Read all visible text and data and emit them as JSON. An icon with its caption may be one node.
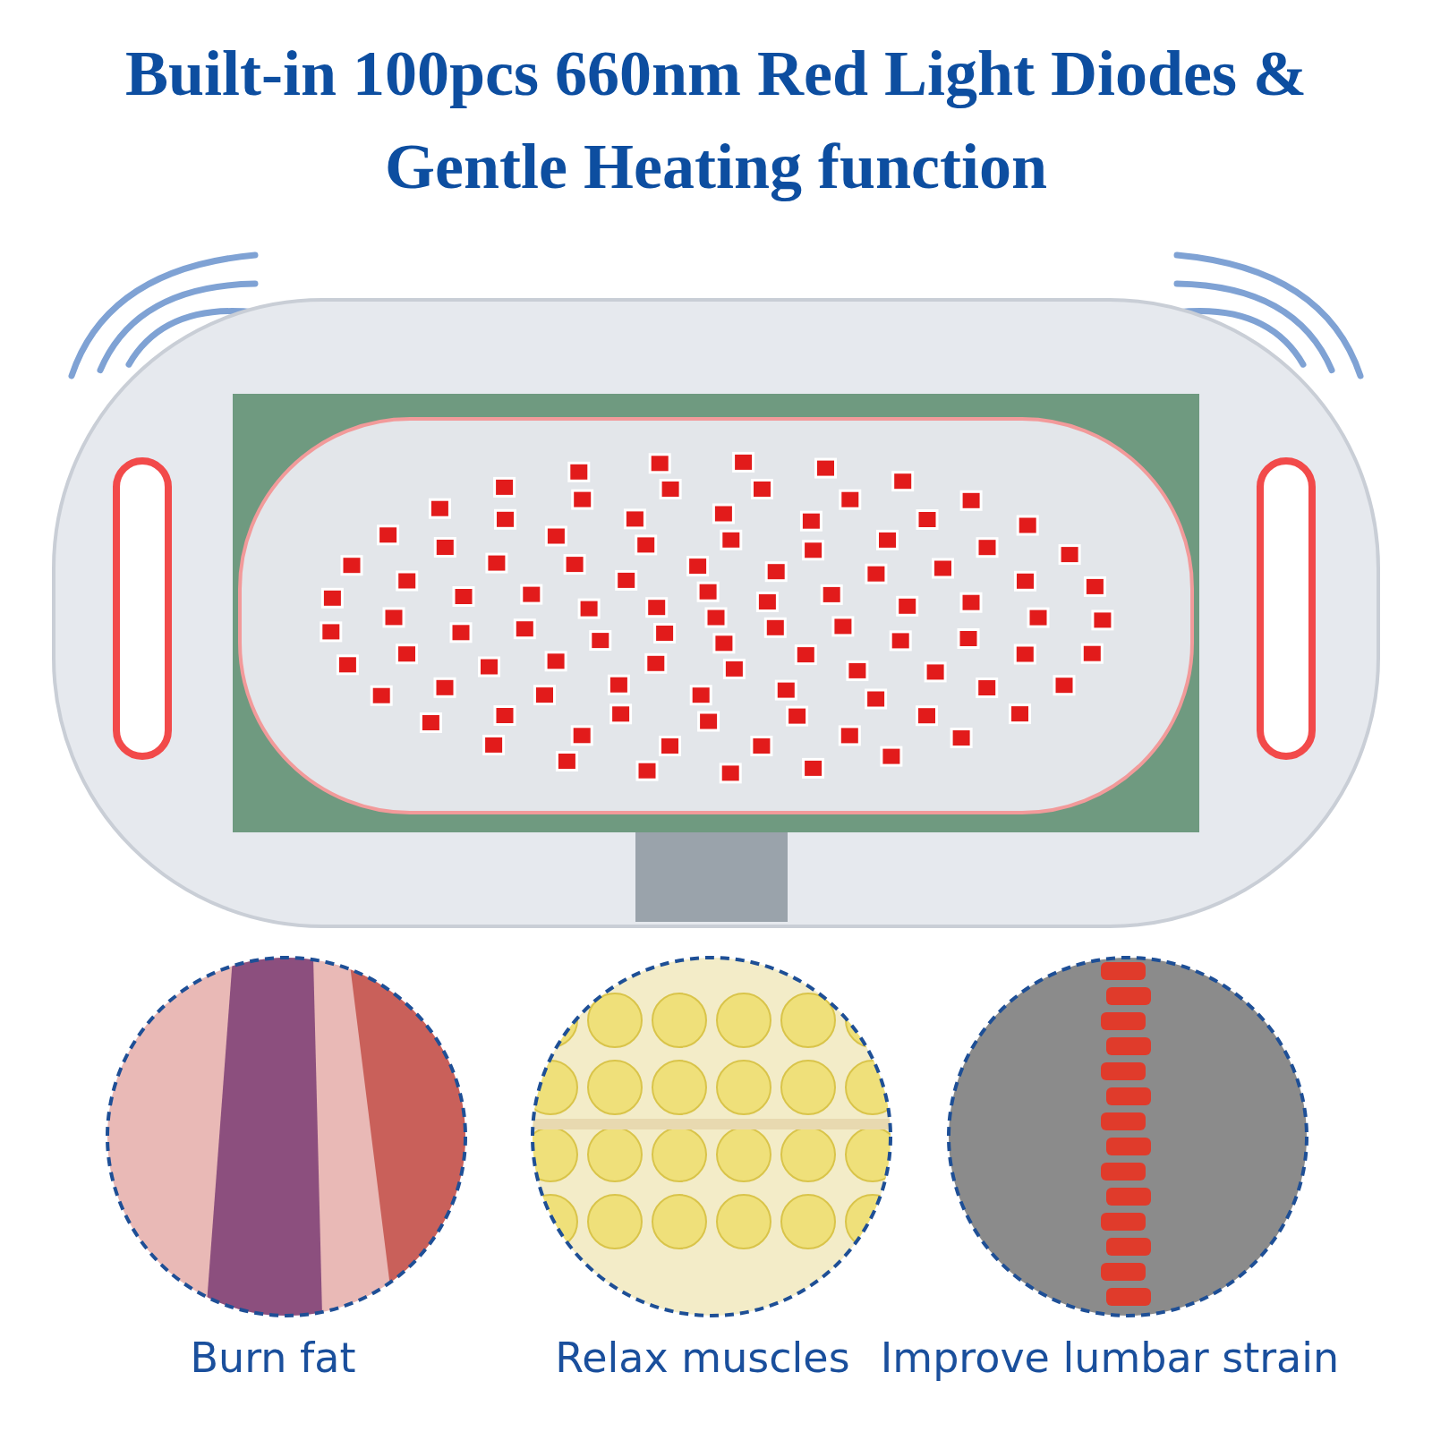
{
  "diagram": {
    "title": "Built-in 100pcs 660nm Red Light Diodes & Gentle Heating function",
    "labels": [
      "Burn fat",
      "Relax muscles",
      "Improve lumbar strain"
    ]
  }
}
